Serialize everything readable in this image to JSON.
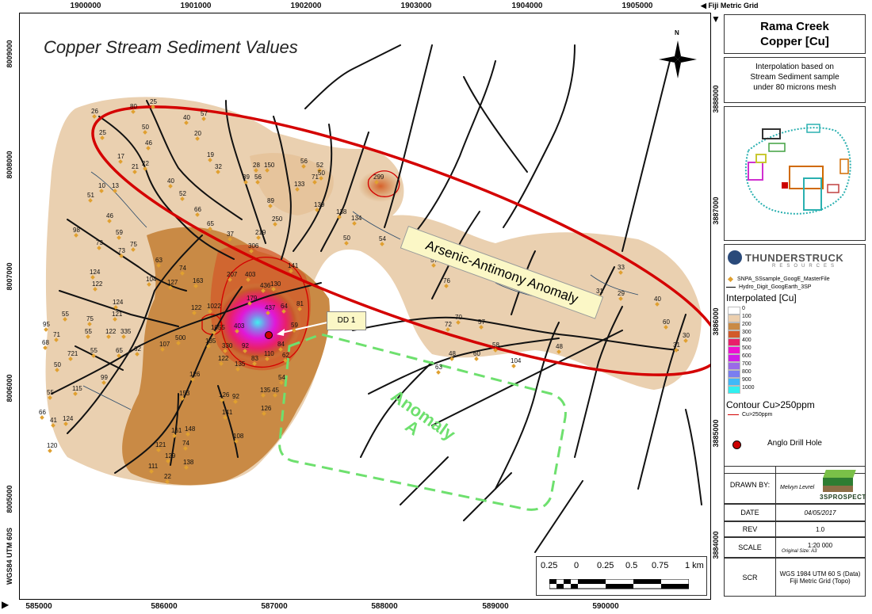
{
  "map": {
    "title": "Copper Stream Sediment Values",
    "north_label": "N",
    "grid_top_label": "Fiji Metric Grid",
    "grid_left_label": "WGS84 UTM 60S",
    "top_ticks": [
      "1900000",
      "1901000",
      "1902000",
      "1903000",
      "1904000",
      "1905000"
    ],
    "bottom_ticks": [
      "585000",
      "586000",
      "587000",
      "588000",
      "589000",
      "590000"
    ],
    "left_ticks": [
      "8009000",
      "8008000",
      "8007000",
      "8006000",
      "8005000"
    ],
    "right_ticks": [
      "3888000",
      "3887000",
      "3886000",
      "3885000",
      "3884000"
    ],
    "annotations": {
      "arsenic": "Arsenic-Antimony Anomaly",
      "anomaly_a_1": "Anomaly",
      "anomaly_a_2": "A",
      "dd1": "DD 1"
    },
    "sample_values": [
      "80",
      "25",
      "26",
      "25",
      "50",
      "40",
      "57",
      "46",
      "17",
      "22",
      "21",
      "20",
      "19",
      "32",
      "28",
      "150",
      "56",
      "52",
      "50",
      "39",
      "56",
      "71",
      "133",
      "299",
      "10",
      "13",
      "40",
      "52",
      "51",
      "66",
      "89",
      "139",
      "138",
      "134",
      "46",
      "65",
      "250",
      "50",
      "54",
      "98",
      "59",
      "73",
      "73",
      "75",
      "37",
      "219",
      "57",
      "63",
      "74",
      "306",
      "124",
      "141",
      "130",
      "122",
      "104",
      "127",
      "163",
      "207",
      "403",
      "436",
      "76",
      "124",
      "55",
      "75",
      "121",
      "122",
      "1022",
      "179",
      "81",
      "70",
      "57",
      "95",
      "55",
      "122",
      "335",
      "1055",
      "437",
      "64",
      "72",
      "71",
      "500",
      "403",
      "59",
      "58",
      "68",
      "55",
      "65",
      "62",
      "107",
      "135",
      "330",
      "92",
      "84",
      "48",
      "48",
      "60",
      "50",
      "721",
      "110",
      "62",
      "104",
      "99",
      "126",
      "122",
      "135",
      "83",
      "54",
      "63",
      "55",
      "115",
      "153",
      "126",
      "92",
      "135",
      "45",
      "66",
      "41",
      "124",
      "148",
      "126",
      "141",
      "161",
      "108",
      "74",
      "120",
      "121",
      "129",
      "111",
      "138",
      "22",
      "33",
      "31",
      "29",
      "40",
      "60",
      "30",
      "31"
    ],
    "colors": {
      "ellipse": "#d40000",
      "anomaly_a": "#6ee06e",
      "drill": "#cc0000"
    }
  },
  "panel": {
    "title_line1": "Rama Creek",
    "title_line2": "Copper [Cu]",
    "desc_line1": "Interpolation based on",
    "desc_line2": "Stream Sediment sample",
    "desc_line3": "under 80 microns mesh",
    "logo": "THUNDERSTRUCK",
    "logo_sub": "RESOURCES",
    "legend_item1": "SNPA_SSsample_GoogE_MasterFile",
    "legend_item2": "Hydro_Digit_GoogEarth_3SP",
    "interp_title": "Interpolated [Cu]",
    "classes": [
      {
        "label": "0",
        "color": "#ffffff"
      },
      {
        "label": "100",
        "color": "#eccfae"
      },
      {
        "label": "200",
        "color": "#c98a45"
      },
      {
        "label": "300",
        "color": "#d25a2a"
      },
      {
        "label": "400",
        "color": "#e8206a"
      },
      {
        "label": "500",
        "color": "#f010d0"
      },
      {
        "label": "600",
        "color": "#d11ce8"
      },
      {
        "label": "700",
        "color": "#9a6ae8"
      },
      {
        "label": "800",
        "color": "#7a7ef0"
      },
      {
        "label": "900",
        "color": "#40b8f8"
      },
      {
        "label": "1000",
        "color": "#30f0f0"
      }
    ],
    "contour_title": "Contour Cu>250ppm",
    "contour_item": "Cu>250ppm",
    "drill_label": "Anglo Drill Hole",
    "drawn_by_label": "DRAWN BY:",
    "drawn_by_value": "Melvyn Levrel",
    "brand": "3SPROSPECT",
    "date_label": "DATE",
    "date_value": "04/05/2017",
    "rev_label": "REV",
    "rev_value": "1.0",
    "scale_label": "SCALE",
    "scale_value": "1:20 000",
    "scale_sub": "Original Size: A3",
    "scr_label": "SCR",
    "scr_value1": "WGS 1984 UTM 60 S (Data)",
    "scr_value2": "Fiji Metric Grid (Topo)"
  },
  "scalebar": {
    "labels": [
      "0.25",
      "0",
      "0.25",
      "0.5",
      "0.75",
      "1 km"
    ]
  }
}
